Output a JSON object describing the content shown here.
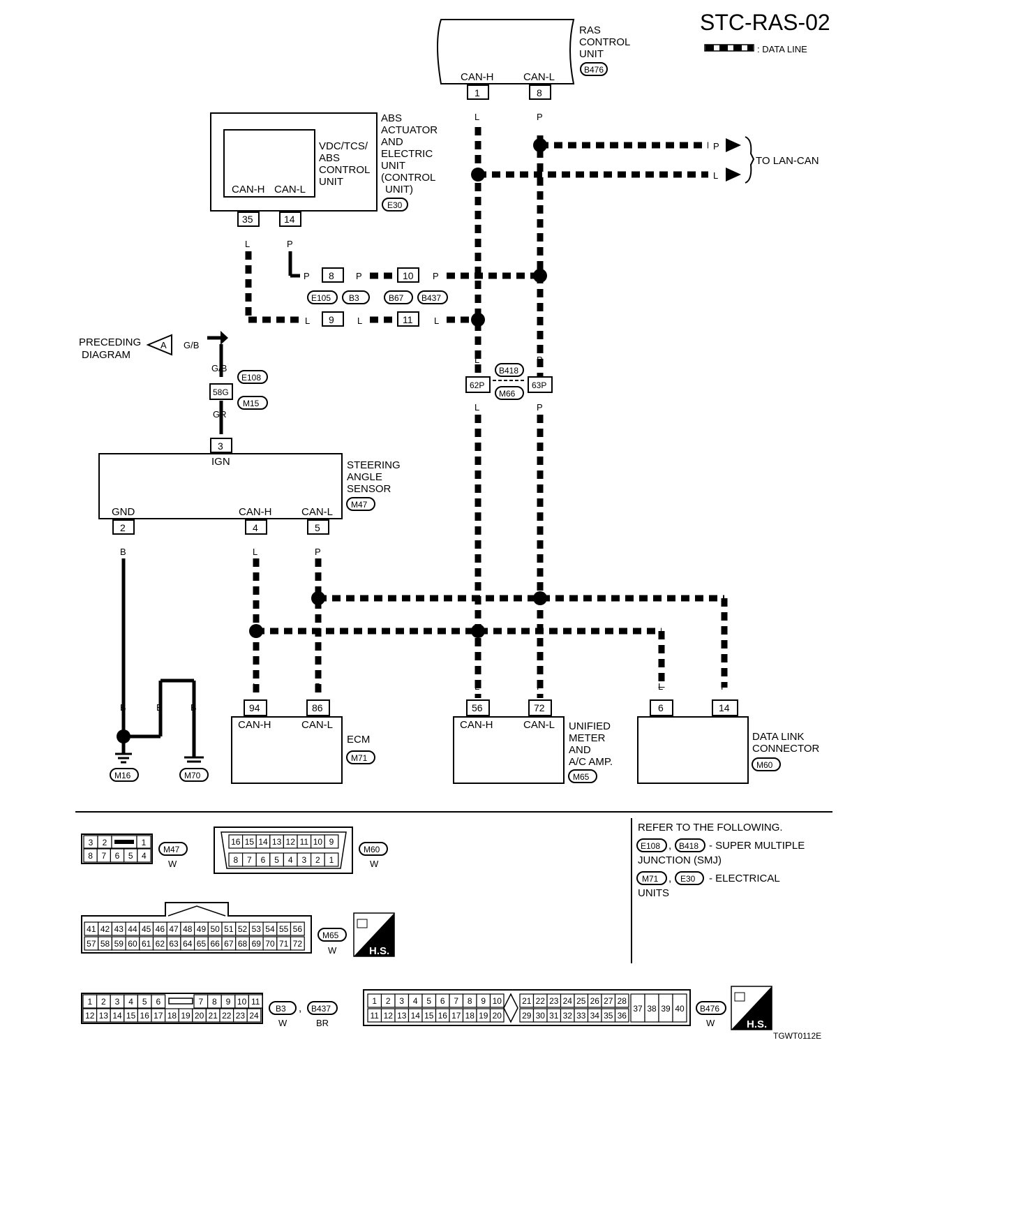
{
  "page_id": "STC-RAS-02",
  "legend": {
    "data_line_label": ": DATA LINE"
  },
  "components": {
    "ras": {
      "lines": [
        "RAS",
        "CONTROL",
        "UNIT"
      ],
      "connector": "B476",
      "pin_labels": [
        "CAN-H",
        "CAN-L"
      ],
      "pins": [
        "1",
        "8"
      ]
    },
    "abs": {
      "lines": [
        "ABS",
        "ACTUATOR",
        "AND",
        "ELECTRIC",
        "UNIT",
        "(CONTROL",
        "UNIT)"
      ],
      "connector": "E30",
      "inner_lines": [
        "VDC/TCS/",
        "ABS",
        "CONTROL",
        "UNIT"
      ],
      "pin_labels": [
        "CAN-H",
        "CAN-L"
      ],
      "pins": [
        "35",
        "14"
      ]
    },
    "steering": {
      "lines": [
        "STEERING",
        "ANGLE",
        "SENSOR"
      ],
      "connector": "M47",
      "ign_label": "IGN",
      "ign_pin": "3",
      "pin_labels": [
        "GND",
        "CAN-H",
        "CAN-L"
      ],
      "pins": [
        "2",
        "4",
        "5"
      ]
    },
    "ecm": {
      "label": "ECM",
      "connector": "M71",
      "pin_labels": [
        "CAN-H",
        "CAN-L"
      ],
      "pins": [
        "94",
        "86"
      ]
    },
    "meter": {
      "lines": [
        "UNIFIED",
        "METER",
        "AND",
        "A/C AMP."
      ],
      "connector": "M65",
      "pin_labels": [
        "CAN-H",
        "CAN-L"
      ],
      "pins": [
        "56",
        "72"
      ]
    },
    "dlc": {
      "lines": [
        "DATA LINK",
        "CONNECTOR"
      ],
      "connector": "M60",
      "pins": [
        "6",
        "14"
      ]
    }
  },
  "wiring": {
    "to_lan_can": "TO LAN-CAN",
    "preceding_lines": [
      "PRECEDING",
      "DIAGRAM"
    ],
    "preceding_ref": "A",
    "colors": {
      "can_h": "L",
      "can_l": "P",
      "ground": "B",
      "ign_upper": "G/B",
      "ign_lower": "GR"
    },
    "joint_pins": {
      "p_a": "8",
      "l_a": "9",
      "p_b": "10",
      "l_b": "11",
      "smj_left": "62P",
      "smj_right": "63P",
      "ign_jc": "58G"
    },
    "joint_connectors": {
      "a_left": "E105",
      "a_right": "B3",
      "b_left": "B67",
      "b_right": "B437",
      "smj_top": "B418",
      "smj_bottom": "M66",
      "ign_top": "E108",
      "ign_bottom": "M15"
    },
    "grounds": [
      "M16",
      "M70"
    ]
  },
  "refer": {
    "heading": "REFER TO THE FOLLOWING.",
    "line1_codes": [
      "E108",
      "B418"
    ],
    "line1_text": "- SUPER MULTIPLE",
    "line1_cont": "JUNCTION (SMJ)",
    "line2_codes": [
      "M71",
      "E30"
    ],
    "line2_text": "- ELECTRICAL",
    "line2_cont": "UNITS",
    "comma": ","
  },
  "connector_views": {
    "m47": {
      "code": "M47",
      "color": "W",
      "top": [
        "3",
        "2",
        "",
        "1"
      ],
      "bottom": [
        "8",
        "7",
        "6",
        "5",
        "4"
      ]
    },
    "m60": {
      "code": "M60",
      "color": "W",
      "top": [
        "16",
        "15",
        "14",
        "13",
        "12",
        "11",
        "10",
        "9"
      ],
      "bottom": [
        "8",
        "7",
        "6",
        "5",
        "4",
        "3",
        "2",
        "1"
      ]
    },
    "m65": {
      "code": "M65",
      "color": "W",
      "top": [
        "41",
        "42",
        "43",
        "44",
        "45",
        "46",
        "47",
        "48",
        "49",
        "50",
        "51",
        "52",
        "53",
        "54",
        "55",
        "56"
      ],
      "bottom": [
        "57",
        "58",
        "59",
        "60",
        "61",
        "62",
        "63",
        "64",
        "65",
        "66",
        "67",
        "68",
        "69",
        "70",
        "71",
        "72"
      ]
    },
    "b3": {
      "code": "B3",
      "color": "W",
      "code2": "B437",
      "color2": "BR",
      "top_left": [
        "1",
        "2",
        "3",
        "4",
        "5",
        "6"
      ],
      "top_right": [
        "7",
        "8",
        "9",
        "10",
        "11"
      ],
      "bottom": [
        "12",
        "13",
        "14",
        "15",
        "16",
        "17",
        "18",
        "19",
        "20",
        "21",
        "22",
        "23",
        "24"
      ]
    },
    "b476": {
      "code": "B476",
      "color": "W",
      "top_left": [
        "1",
        "2",
        "3",
        "4",
        "5",
        "6",
        "7",
        "8",
        "9",
        "10"
      ],
      "top_right": [
        "21",
        "22",
        "23",
        "24",
        "25",
        "26",
        "27",
        "28"
      ],
      "bottom_left": [
        "11",
        "12",
        "13",
        "14",
        "15",
        "16",
        "17",
        "18",
        "19",
        "20"
      ],
      "bottom_right": [
        "29",
        "30",
        "31",
        "32",
        "33",
        "34",
        "35",
        "36"
      ],
      "tall": [
        "37",
        "38",
        "39",
        "40"
      ]
    },
    "hs_label": "H.S."
  },
  "figure_code": "TGWT0112E"
}
